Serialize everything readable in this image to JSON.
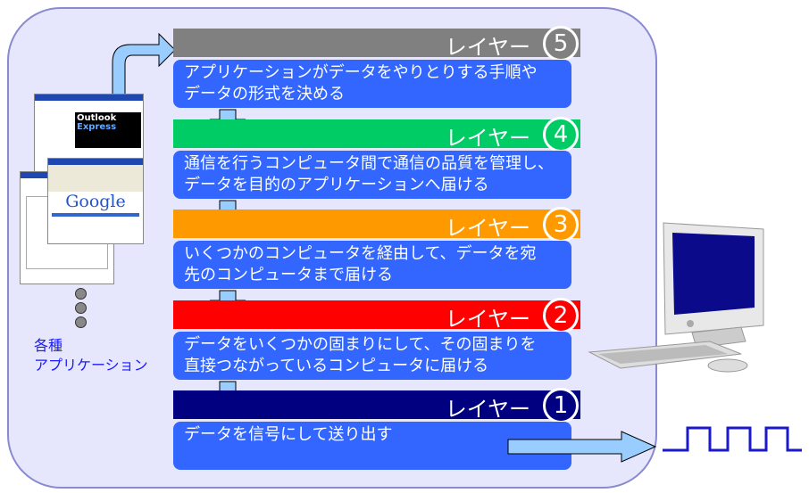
{
  "layers": [
    {
      "label": "レイヤー",
      "number": "5",
      "color": "#808080",
      "description": [
        "アプリケーションがデータをやりとりする手順や",
        "データの形式を決める"
      ]
    },
    {
      "label": "レイヤー",
      "number": "4",
      "color": "#00cc66",
      "description": [
        "通信を行うコンピュータ間で通信の品質を管理し、",
        "データを目的のアプリケーションへ届ける"
      ]
    },
    {
      "label": "レイヤー",
      "number": "3",
      "color": "#ff9900",
      "description": [
        "いくつかのコンピュータを経由して、データを宛",
        "先のコンピュータまで届ける"
      ]
    },
    {
      "label": "レイヤー",
      "number": "2",
      "color": "#ff0000",
      "description": [
        "データをいくつかの固まりにして、その固まりを",
        "直接つながっているコンピュータに届ける"
      ]
    },
    {
      "label": "レイヤー",
      "number": "1",
      "color": "#000080",
      "description": [
        "データを信号にして送り出す"
      ]
    }
  ],
  "applications": {
    "caption_line1": "各種",
    "caption_line2": "アプリケーション",
    "outlook_title": "Outlook",
    "outlook_sub": "Express",
    "google_logo": "Google"
  }
}
